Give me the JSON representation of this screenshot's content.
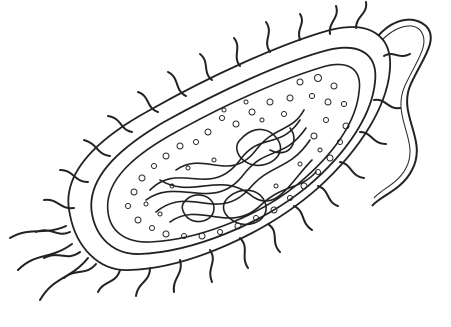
{
  "figure": {
    "subject": "prokaryotic-cell-line-drawing",
    "colors": {
      "ink": "#222222",
      "paper": "#ffffff"
    },
    "structures": [
      "flagellum",
      "pili",
      "capsule",
      "cell-wall",
      "cell-membrane",
      "cytoplasm",
      "ribosomes",
      "nucleoid-dna"
    ]
  }
}
